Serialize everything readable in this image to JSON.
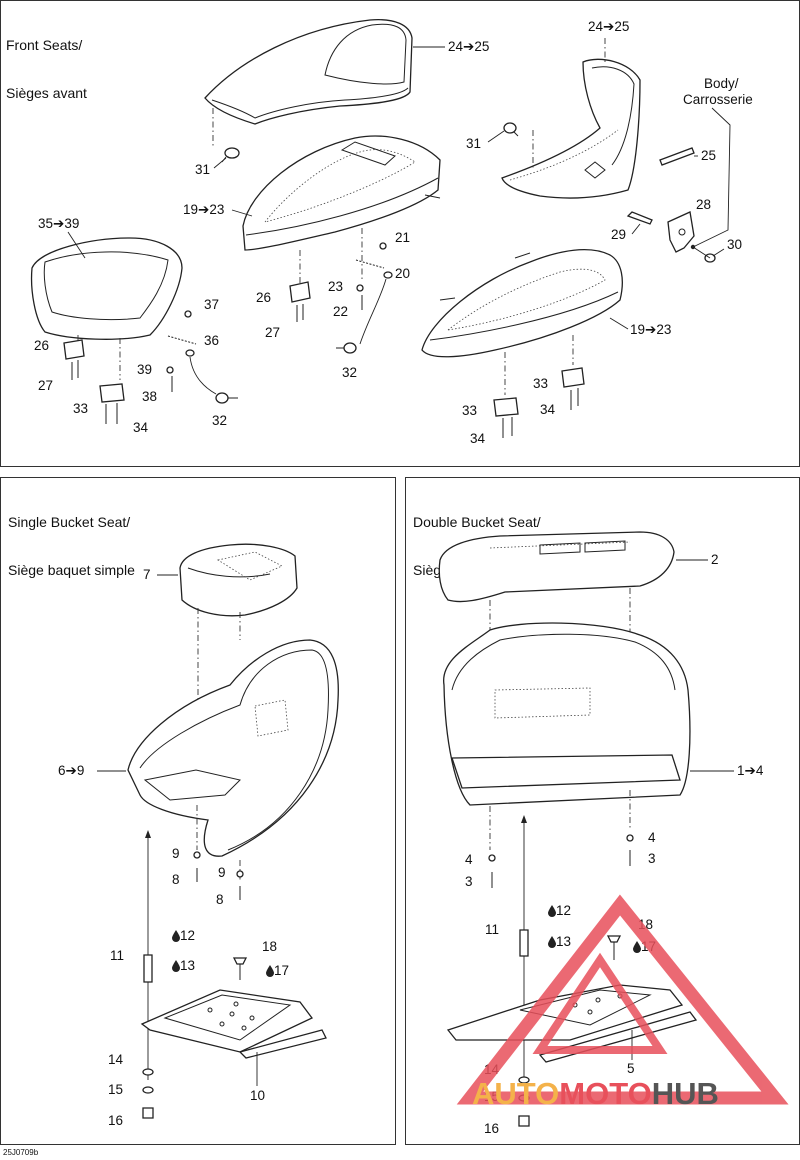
{
  "panels": {
    "front": {
      "title_en": "Front Seats/",
      "title_fr": "Sièges avant"
    },
    "single": {
      "title_en": "Single Bucket Seat/",
      "title_fr": "Siège baquet simple"
    },
    "double": {
      "title_en": "Double Bucket Seat/",
      "title_fr": "Siège baquet double"
    }
  },
  "callouts": {
    "front": {
      "c24_25a": "24➔25",
      "c24_25b": "24➔25",
      "c31a": "31",
      "c31b": "31",
      "c25": "25",
      "c28": "28",
      "c29": "29",
      "c30": "30",
      "body_en": "Body/",
      "body_fr": "Carrosserie",
      "c19_23a": "19➔23",
      "c19_23b": "19➔23",
      "c21": "21",
      "c20": "20",
      "c23": "23",
      "c22": "22",
      "c26a": "26",
      "c27a": "27",
      "c32a": "32",
      "c35_39": "35➔39",
      "c37": "37",
      "c36": "36",
      "c39": "39",
      "c38": "38",
      "c32b": "32",
      "c26b": "26",
      "c27b": "27",
      "c33a": "33",
      "c34a": "34",
      "c33b": "33",
      "c34b": "34",
      "c33c": "33",
      "c34c": "34"
    },
    "single": {
      "c7": "7",
      "c6_9": "6➔9",
      "c9a": "9",
      "c9b": "9",
      "c8a": "8",
      "c8b": "8",
      "c11": "11",
      "c12": "12",
      "c13": "13",
      "c18": "18",
      "c17": "17",
      "c14": "14",
      "c15": "15",
      "c16": "16",
      "c10": "10"
    },
    "double": {
      "c2": "2",
      "c1_4": "1➔4",
      "c4a": "4",
      "c3a": "3",
      "c4b": "4",
      "c3b": "3",
      "c11": "11",
      "c12": "12",
      "c13": "13",
      "c18": "18",
      "c17": "17",
      "c14": "14",
      "c15": "15",
      "c16": "16",
      "c5": "5"
    }
  },
  "watermark": {
    "part1": "AUTO",
    "part2": "MOTO",
    "part3": "HUB",
    "color1": "#f4b24a",
    "color2": "#e8505b",
    "color3": "#555555"
  },
  "figure_code": "25J0709b"
}
